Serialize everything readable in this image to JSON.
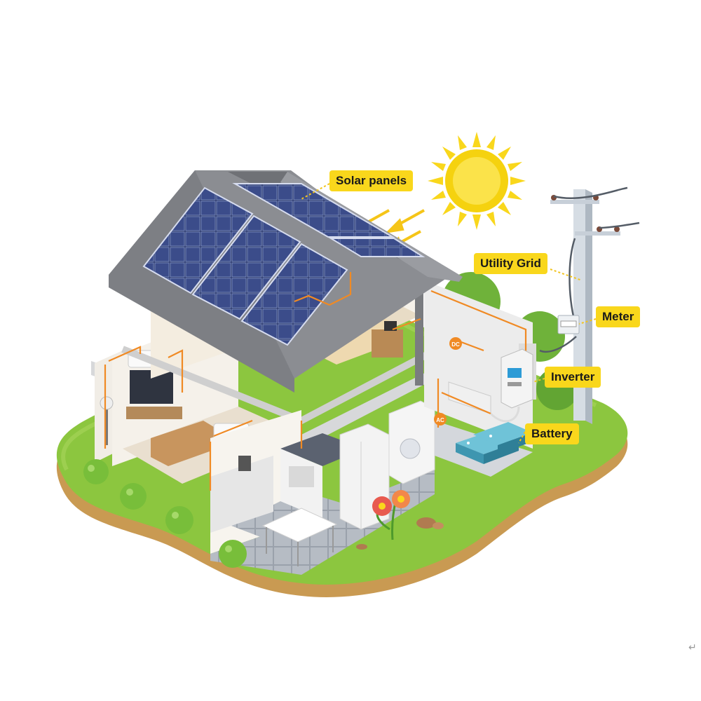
{
  "labels": {
    "solar_panels": "Solar panels",
    "utility_grid": "Utility Grid",
    "meter": "Meter",
    "inverter": "Inverter",
    "battery": "Battery"
  },
  "markers": {
    "dc": "DC",
    "ac": "AC"
  },
  "corner_glyph": "↵",
  "colors": {
    "callout": "#f9d71c",
    "wiring": "#f08a24",
    "grass": "#8cc63f",
    "soil": "#c99a52",
    "roof": "#7d7f84",
    "panel": "#2c3a6e",
    "sun": "#f5d20f"
  },
  "icons": [
    "sun-icon",
    "house-illustration",
    "utility-pole-icon",
    "battery-icon",
    "inverter-icon",
    "meter-icon",
    "flower-icon"
  ]
}
